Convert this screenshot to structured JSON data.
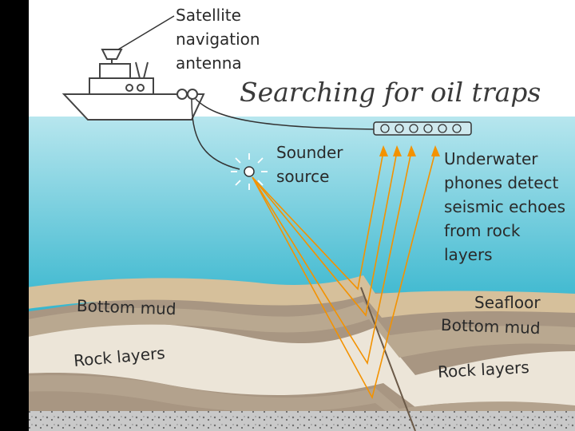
{
  "title": "Searching for oil traps",
  "labels": {
    "antenna": "Satellite\nnavigation\nantenna",
    "sounder": "Sounder\nsource",
    "phones": "Underwater\nphones detect\nseismic echoes\nfrom rock\nlayers",
    "seafloor": "Seafloor",
    "bottom_mud_left": "Bottom mud",
    "bottom_mud_right": "Bottom mud",
    "rock_layers_left": "Rock layers",
    "rock_layers_right": "Rock layers"
  },
  "colors": {
    "water_top": "#aee0ea",
    "water_bottom": "#35b8cf",
    "seismic_rays": "#f39200",
    "mud": "#d9c29f",
    "rock_light": "#ece6dc",
    "rock_dark": "#9a8a78",
    "left_bar": "#000000"
  },
  "icons": [
    "ship-icon",
    "sounder-burst-icon",
    "hydrophone-streamer-icon",
    "arrowhead-icon"
  ]
}
